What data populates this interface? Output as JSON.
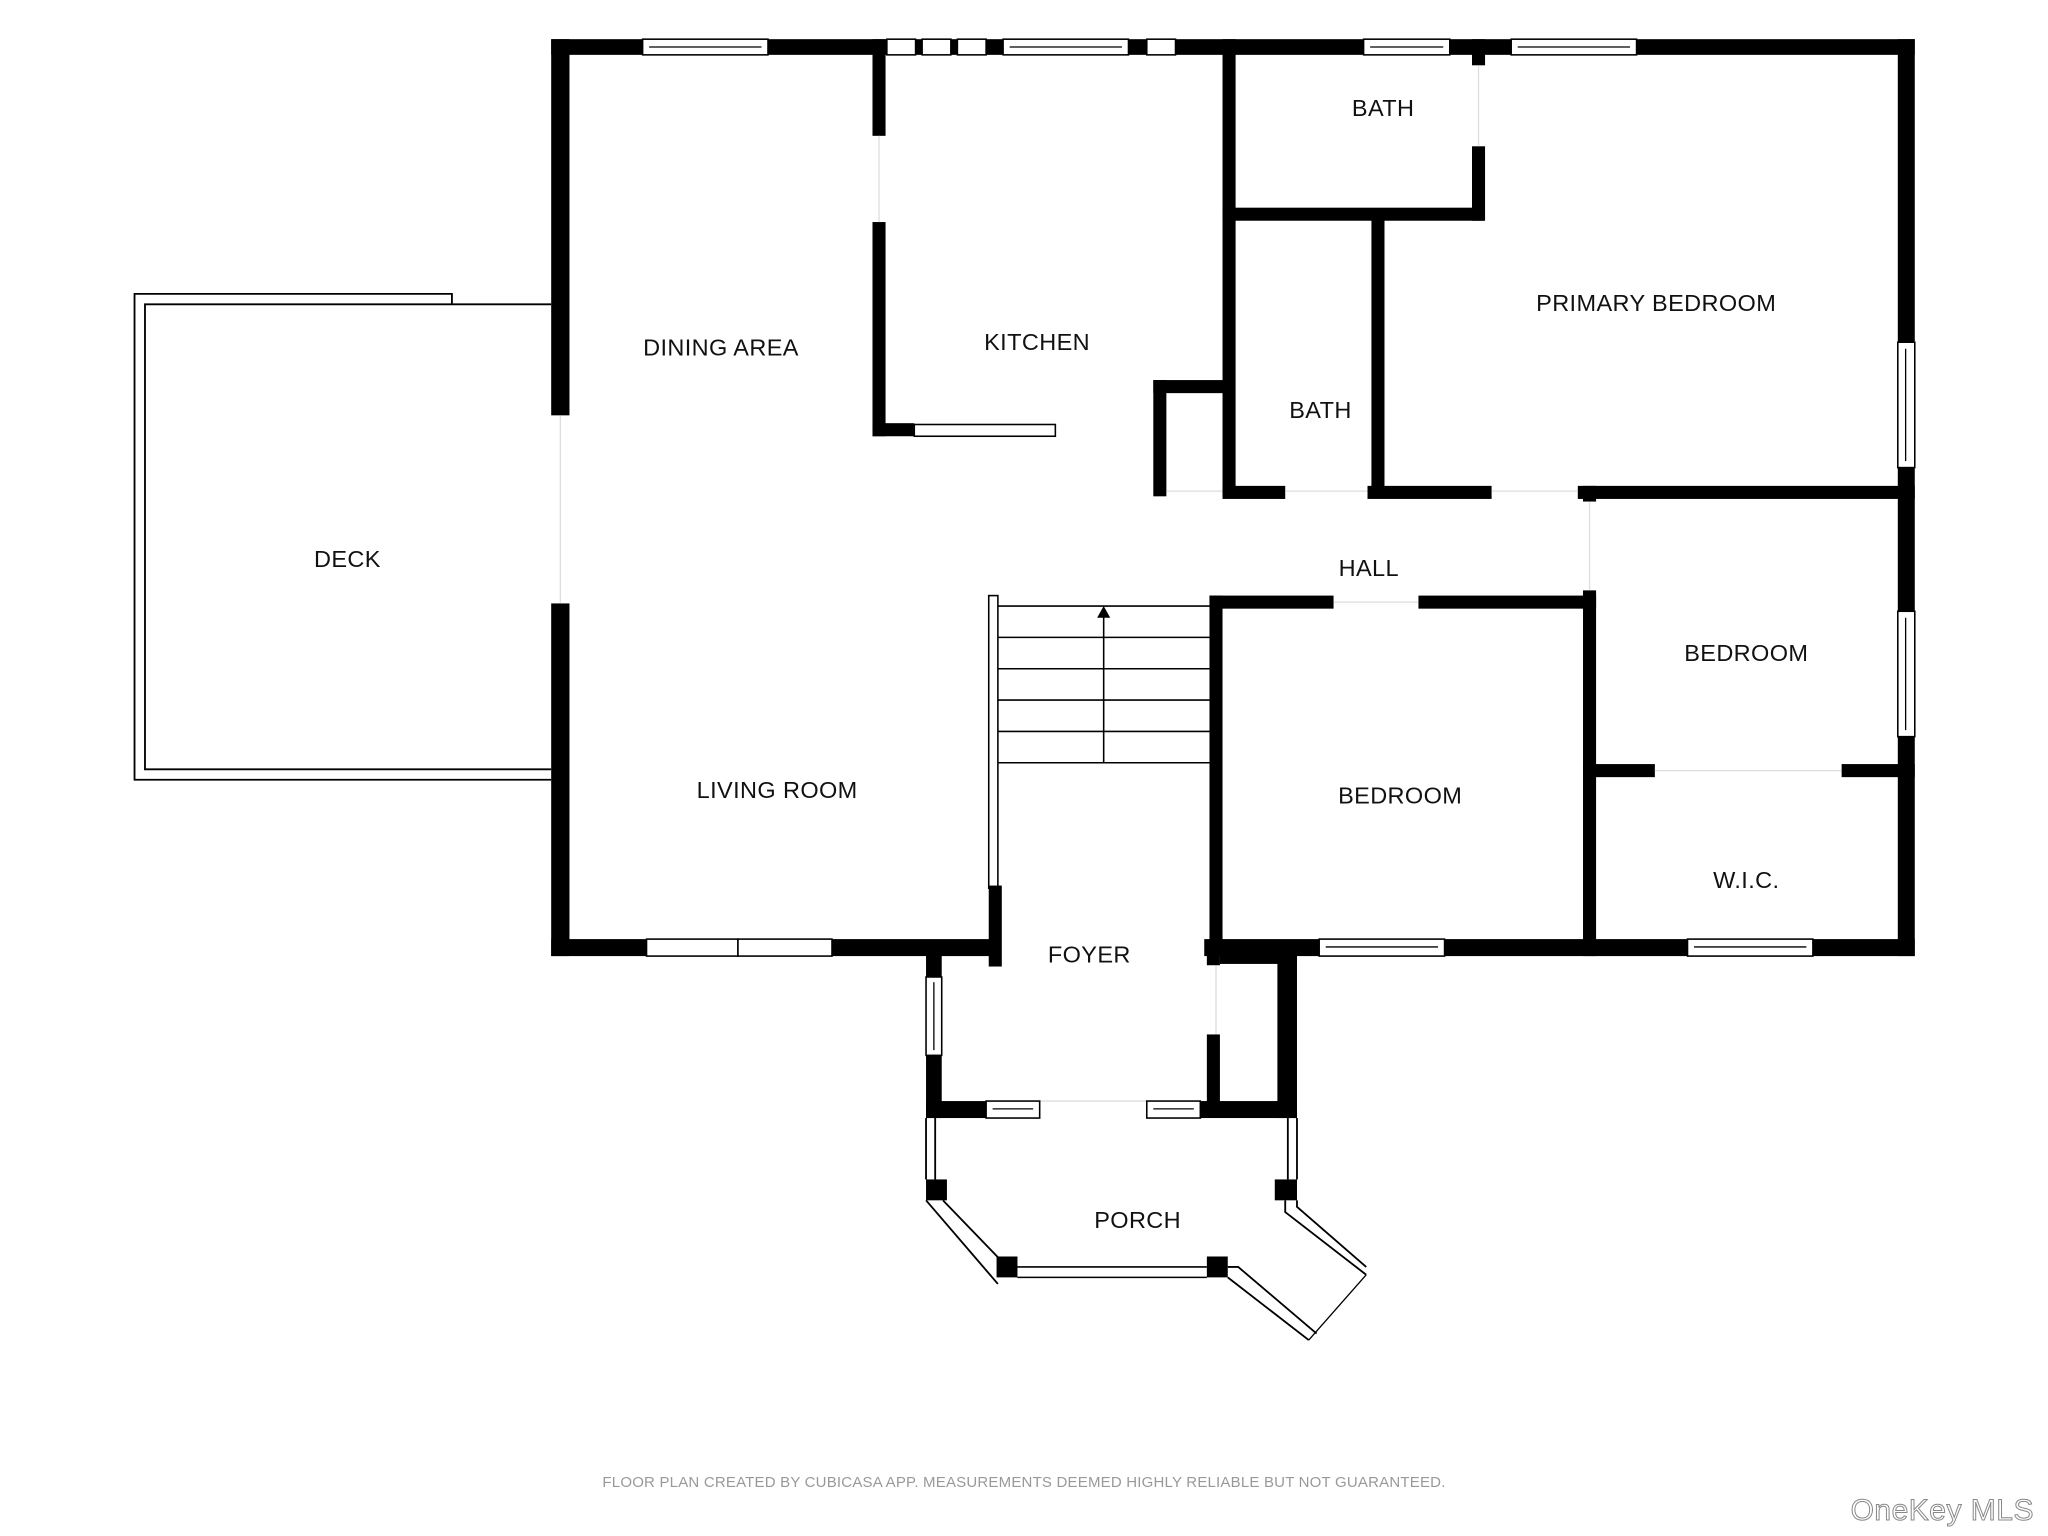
{
  "floor_plan": {
    "rooms": [
      {
        "id": "deck",
        "label": "DECK"
      },
      {
        "id": "dining",
        "label": "DINING AREA"
      },
      {
        "id": "kitchen",
        "label": "KITCHEN"
      },
      {
        "id": "bath1",
        "label": "BATH"
      },
      {
        "id": "bath2",
        "label": "BATH"
      },
      {
        "id": "primary",
        "label": "PRIMARY BEDROOM"
      },
      {
        "id": "hall",
        "label": "HALL"
      },
      {
        "id": "living",
        "label": "LIVING ROOM"
      },
      {
        "id": "bedroom1",
        "label": "BEDROOM"
      },
      {
        "id": "bedroom2",
        "label": "BEDROOM"
      },
      {
        "id": "wic",
        "label": "W.I.C."
      },
      {
        "id": "foyer",
        "label": "FOYER"
      },
      {
        "id": "porch",
        "label": "PORCH"
      }
    ],
    "stairs": {
      "direction": "up",
      "steps": 5
    }
  },
  "footer": {
    "disclaimer": "FLOOR PLAN CREATED BY CUBICASA APP. MEASUREMENTS DEEMED HIGHLY RELIABLE BUT NOT GUARANTEED.",
    "watermark": "OneKey MLS"
  },
  "colors": {
    "wall": "#000000",
    "background": "#ffffff",
    "disclaimer": "#999999"
  }
}
